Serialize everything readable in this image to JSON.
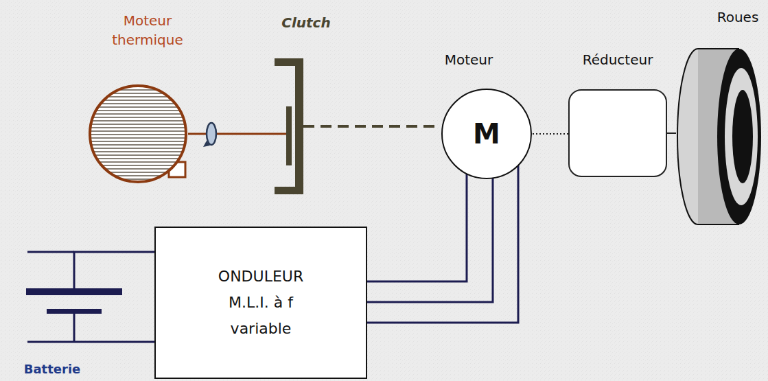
{
  "diagram": {
    "nodes": [
      {
        "text": [
          "Moteur thermique"
        ]
      },
      {
        "text": [
          "Clutch"
        ]
      },
      {
        "text": [
          "Moteur",
          "M"
        ]
      },
      {
        "text": [
          "Réducteur"
        ]
      },
      {
        "text": [
          "Roues"
        ]
      },
      {
        "text": [
          "ONDULEUR M.L.I. à f variable"
        ]
      },
      {
        "text": [
          "Batterie"
        ]
      }
    ],
    "edges": [
      {
        "from": 0,
        "to": 1,
        "arrow": "none"
      },
      {
        "from": 1,
        "to": 2,
        "arrow": "none"
      },
      {
        "from": 2,
        "to": 3,
        "arrow": "none"
      },
      {
        "from": 3,
        "to": 4,
        "arrow": "none"
      },
      {
        "from": 5,
        "to": 2,
        "arrow": "none"
      },
      {
        "from": 6,
        "to": 5,
        "arrow": "none"
      }
    ]
  }
}
